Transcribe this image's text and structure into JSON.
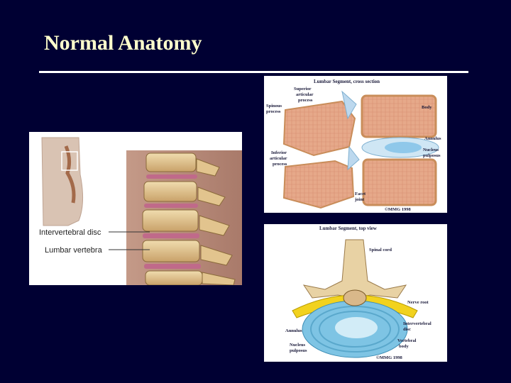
{
  "slide": {
    "title": "Normal Anatomy"
  },
  "left_figure": {
    "labels": {
      "disc": "Intervertebral disc",
      "vertebra": "Lumbar vertebra"
    }
  },
  "cross_section": {
    "title": "Lumbar Segment, cross section",
    "labels": {
      "superior_1": "Superior",
      "superior_2": "articular",
      "superior_3": "process",
      "spinous_1": "Spinous",
      "spinous_2": "process",
      "inferior_1": "Inferior",
      "inferior_2": "articular",
      "inferior_3": "process",
      "facet_1": "Facet",
      "facet_2": "joint",
      "body": "Body",
      "annulus": "Annulus",
      "nucleus_1": "Nucleus",
      "nucleus_2": "pulposus"
    },
    "copyright": "©MMG 1998"
  },
  "top_view": {
    "title": "Lumbar Segment, top view",
    "labels": {
      "spinal_cord": "Spinal cord",
      "nerve_root": "Nerve root",
      "disc_1": "Intervertebral",
      "disc_2": "disc",
      "annulus": "Annulus",
      "vbody_1": "Vertebral",
      "vbody_2": "body",
      "nucleus_1": "Nucleus",
      "nucleus_2": "pulposus"
    },
    "copyright": "©MMG 1998"
  }
}
